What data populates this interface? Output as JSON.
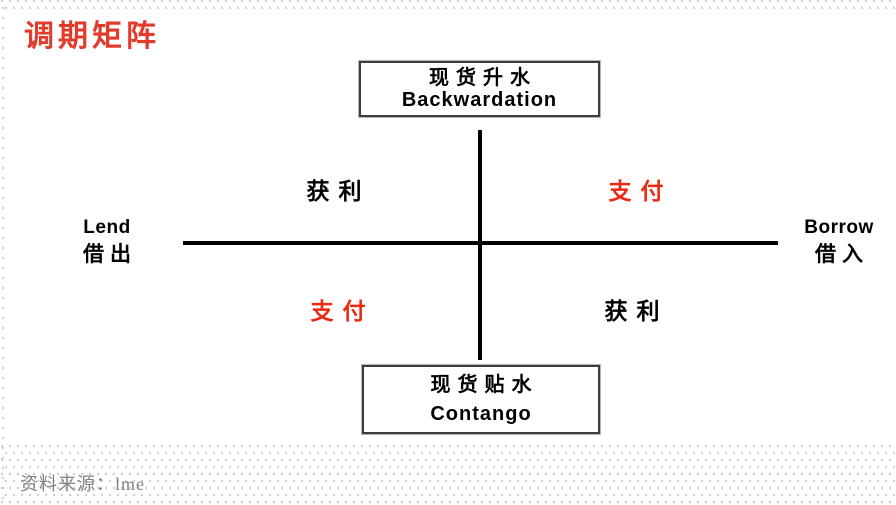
{
  "title": "调期矩阵",
  "matrix": {
    "top_box": {
      "line1": "现货升水",
      "line2": "Backwardation"
    },
    "bottom_box": {
      "line1": "现货贴水",
      "line2": "Contango"
    },
    "left_label": {
      "line1": "Lend",
      "line2": "借出"
    },
    "right_label": {
      "line1": "Borrow",
      "line2": "借入"
    },
    "quadrants": {
      "top_left": "获利",
      "top_right": "支付",
      "bottom_left": "支付",
      "bottom_right": "获利"
    }
  },
  "source": "资料来源：lme",
  "colors": {
    "title_red": "#e23a2b",
    "quadrant_red": "#ea2a12",
    "axis_black": "#000000",
    "source_gray": "#7f7f7f"
  }
}
